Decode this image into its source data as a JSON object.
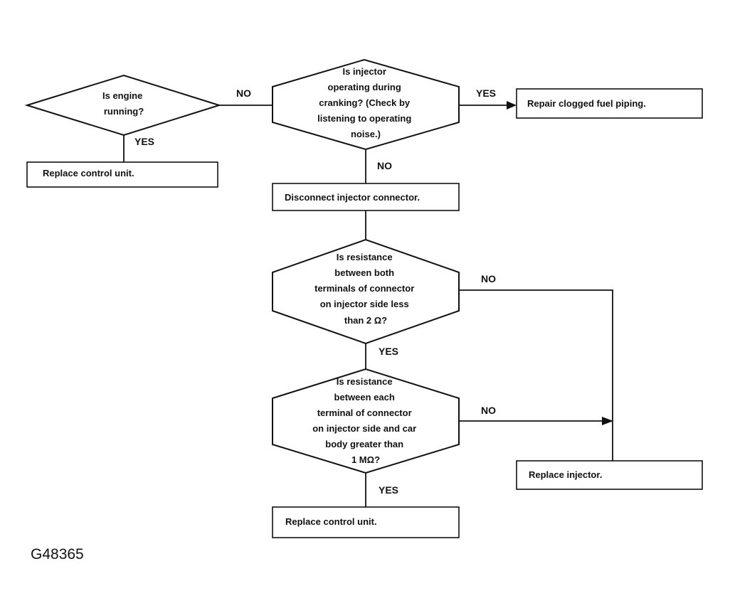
{
  "flowchart": {
    "decisions": {
      "engine_running": {
        "lines": [
          "Is engine",
          "running?"
        ]
      },
      "injector_operating": {
        "lines": [
          "Is injector",
          "operating during",
          "cranking?  (Check by",
          "listening to operating",
          "noise.)"
        ]
      },
      "resistance_terminals": {
        "lines": [
          "Is resistance",
          "between both",
          "terminals of connector",
          "on injector side less",
          "than 2 Ω?"
        ]
      },
      "resistance_body": {
        "lines": [
          "Is resistance",
          "between each",
          "terminal of connector",
          "on injector side and car",
          "body greater than",
          "1 MΩ?"
        ]
      }
    },
    "processes": {
      "replace_control_unit_top": "Replace control unit.",
      "repair_fuel_piping": "Repair clogged fuel piping.",
      "disconnect_connector": "Disconnect injector connector.",
      "replace_injector": "Replace injector.",
      "replace_control_unit_bottom": "Replace control unit."
    },
    "labels": {
      "engine_yes": "YES",
      "engine_no": "NO",
      "injector_yes": "YES",
      "injector_no": "NO",
      "terminals_no": "NO",
      "terminals_yes": "YES",
      "body_no": "NO",
      "body_yes": "YES"
    }
  },
  "figure_id": "G48365"
}
